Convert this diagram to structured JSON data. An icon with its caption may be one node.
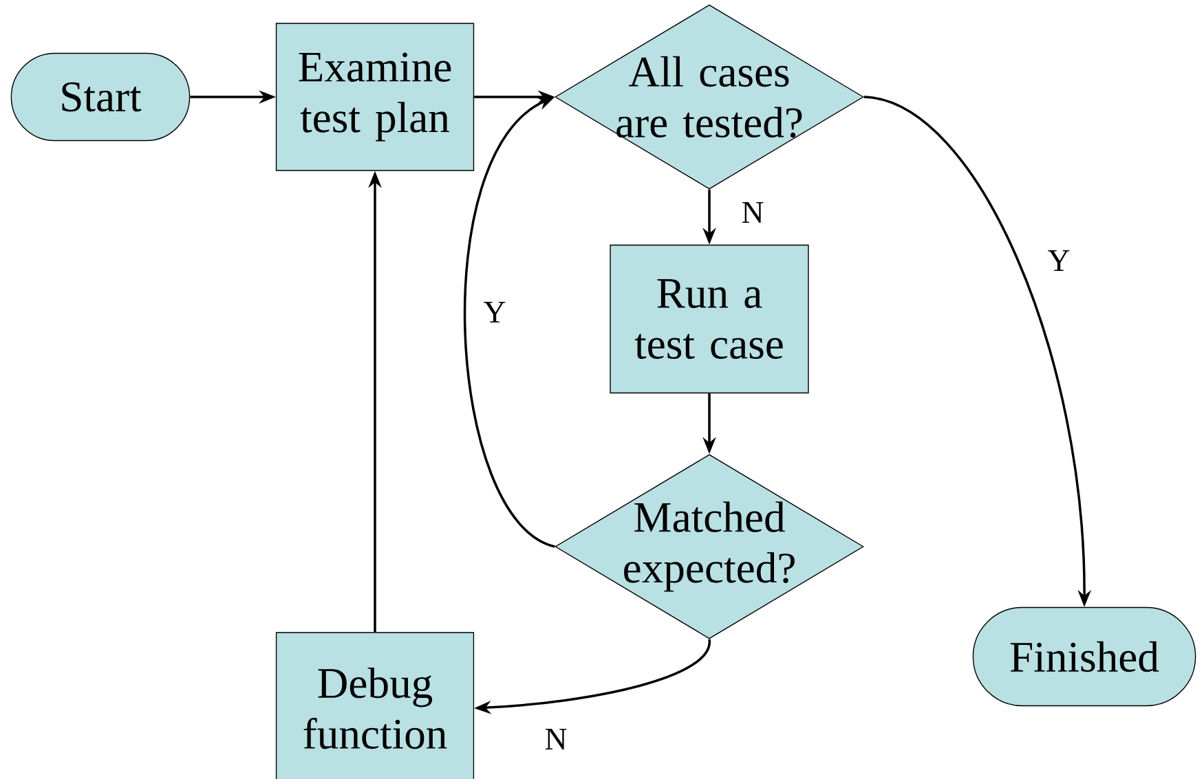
{
  "diagram": {
    "nodes": [
      {
        "text": [
          "Start"
        ]
      },
      {
        "text": [
          "Examine test plan"
        ]
      },
      {
        "text": [
          "All cases are tested?"
        ]
      },
      {
        "text": [
          "Run a test case"
        ]
      },
      {
        "text": [
          "Matched expected?"
        ]
      },
      {
        "text": [
          "Debug function"
        ]
      },
      {
        "text": [
          "Finished"
        ]
      }
    ],
    "edges": [
      {
        "from": 0,
        "to": 1,
        "arrow": "to"
      },
      {
        "from": 1,
        "to": 2,
        "arrow": "to"
      },
      {
        "from": 2,
        "to": 3,
        "arrow": "to",
        "label": "N"
      },
      {
        "from": 3,
        "to": 4,
        "arrow": "to"
      },
      {
        "from": 4,
        "to": 2,
        "arrow": "to",
        "label": "Y"
      },
      {
        "from": 4,
        "to": 5,
        "arrow": "to",
        "label": "N"
      },
      {
        "from": 5,
        "to": 1,
        "arrow": "to"
      },
      {
        "from": 2,
        "to": 6,
        "arrow": "to",
        "label": "Y"
      }
    ]
  }
}
